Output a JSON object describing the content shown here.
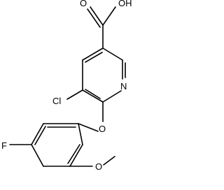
{
  "molecule": {
    "atoms": {
      "oxygen_carbonyl": "O",
      "hydroxyl": "OH",
      "nitrogen": "N",
      "chlorine": "Cl",
      "oxygen_ether": "O",
      "fluorine": "F",
      "oxygen_methoxy": "O"
    }
  },
  "colors": {
    "ink": "#000000",
    "background": "#ffffff"
  }
}
